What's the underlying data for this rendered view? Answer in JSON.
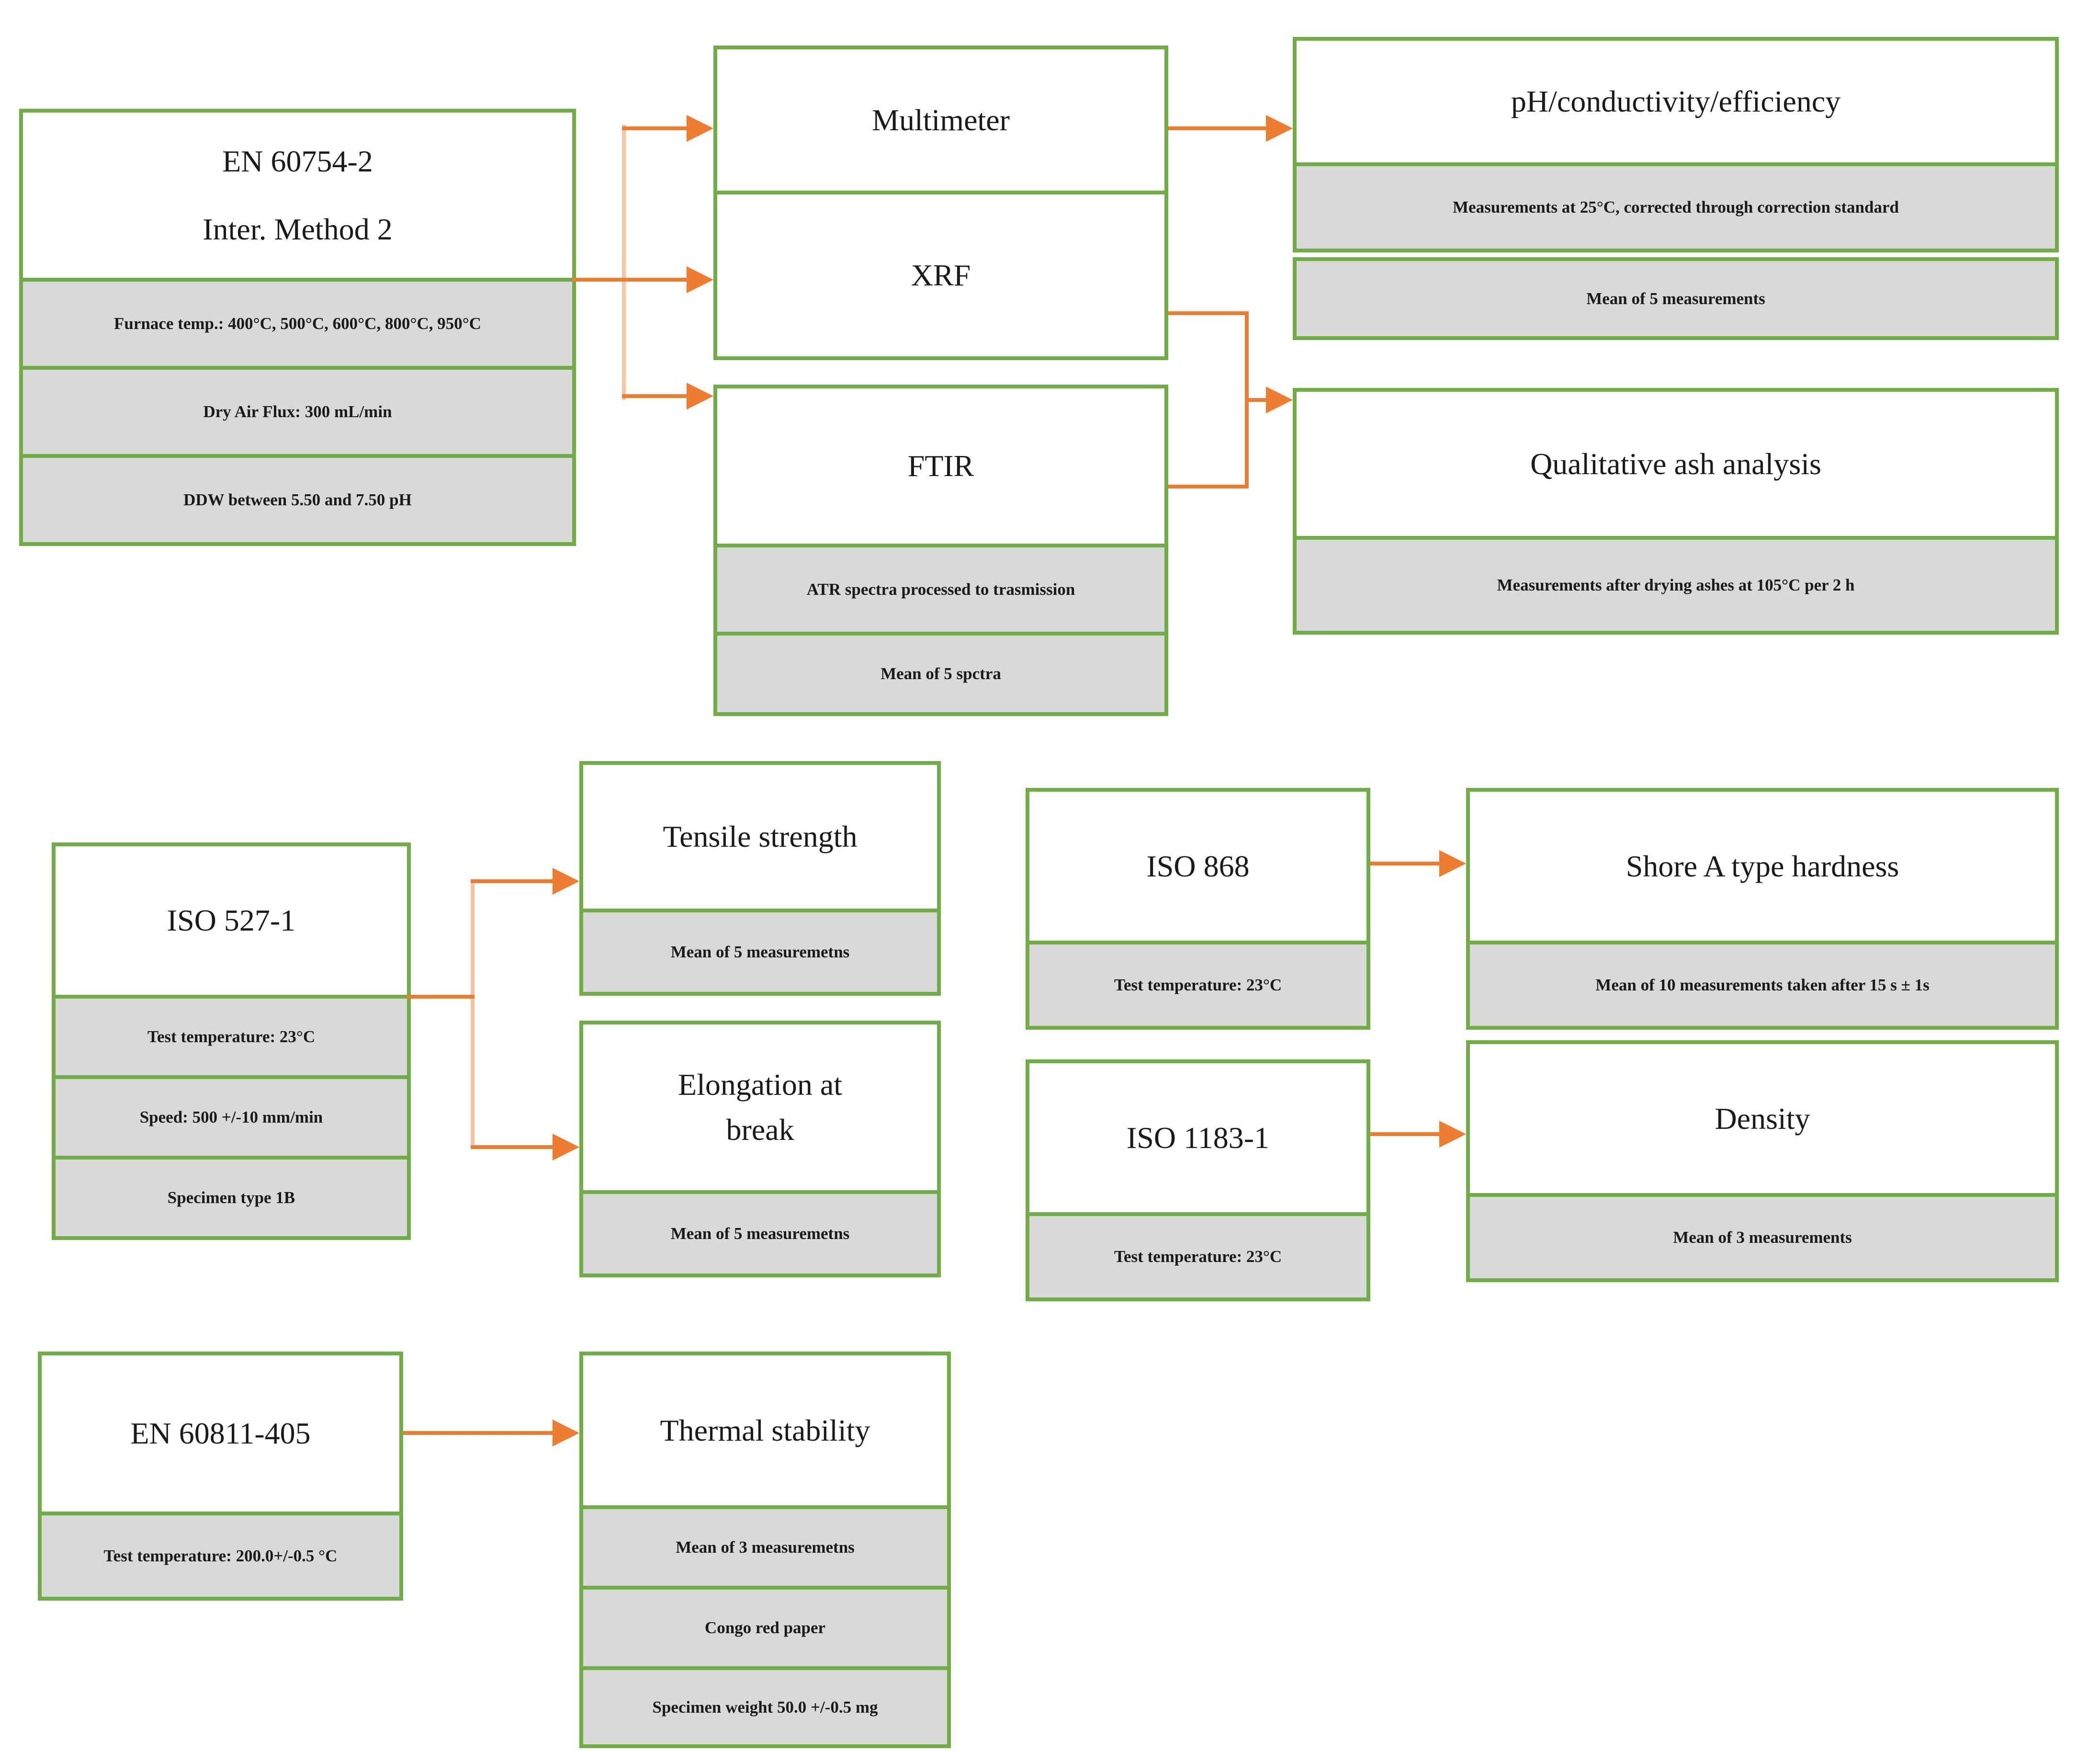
{
  "palette": {
    "box_border_green": "#70AD47",
    "arrow_orange": "#ED7D31",
    "row_fill_gray": "#D9D9D9",
    "text_color": "#1a1a1a"
  },
  "blocks": {
    "en60754": {
      "title_line1": "EN 60754-2",
      "title_line2": "Inter. Method 2",
      "rows": [
        "Furnace temp.: 400°C, 500°C, 600°C, 800°C, 950°C",
        "Dry Air Flux: 300 mL/min",
        "DDW between 5.50 and 7.50 pH"
      ]
    },
    "multimeter": {
      "title": "Multimeter"
    },
    "xrf": {
      "title": "XRF"
    },
    "ftir": {
      "title": "FTIR",
      "rows": [
        "ATR spectra processed to trasmission",
        "Mean of 5 spctra"
      ]
    },
    "ph": {
      "title": "pH/conductivity/efficiency",
      "rows": [
        "Measurements at 25°C, corrected through correction standard",
        "Mean of 5 measurements"
      ]
    },
    "ash": {
      "title": "Qualitative ash analysis",
      "rows": [
        "Measurements after drying ashes at 105°C per 2 h"
      ]
    },
    "iso527": {
      "title": "ISO 527-1",
      "rows": [
        "Test temperature: 23°C",
        "Speed: 500 +/-10 mm/min",
        "Specimen type 1B"
      ]
    },
    "tensile": {
      "title": "Tensile strength",
      "rows": [
        "Mean of 5 measuremetns"
      ]
    },
    "elongation": {
      "title_line1": "Elongation at",
      "title_line2": "break",
      "rows": [
        "Mean of 5 measuremetns"
      ]
    },
    "iso868": {
      "title": "ISO 868",
      "rows": [
        "Test temperature: 23°C"
      ]
    },
    "shoreA": {
      "title": "Shore A type hardness",
      "rows": [
        "Mean of 10 measurements taken after 15 s ± 1s"
      ]
    },
    "iso1183": {
      "title": "ISO 1183-1",
      "rows": [
        "Test temperature: 23°C"
      ]
    },
    "density": {
      "title": "Density",
      "rows": [
        "Mean of 3 measurements"
      ]
    },
    "en60811": {
      "title": "EN 60811-405",
      "rows": [
        "Test temperature: 200.0+/-0.5 °C"
      ]
    },
    "thermal": {
      "title": "Thermal stability",
      "rows": [
        "Mean of 3 measuremetns",
        "Congo red paper",
        "Specimen weight 50.0 +/-0.5 mg"
      ]
    }
  }
}
